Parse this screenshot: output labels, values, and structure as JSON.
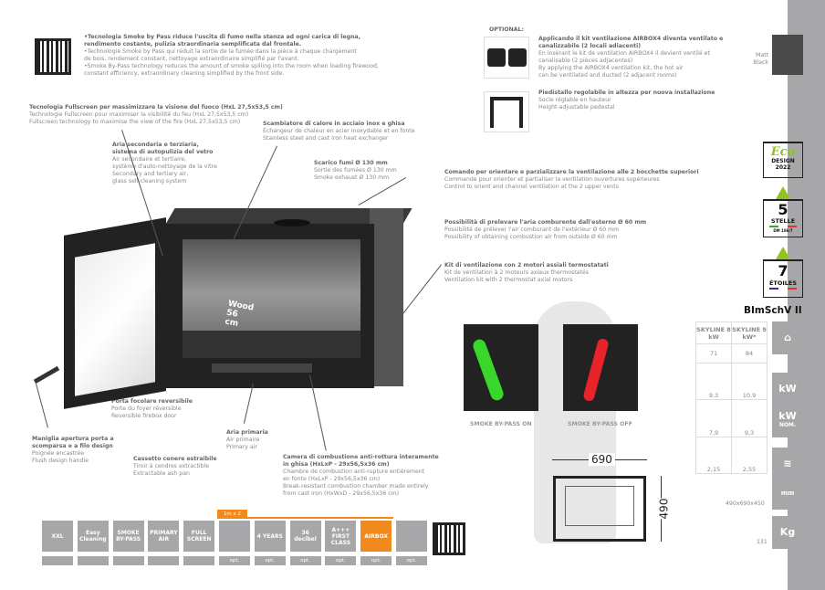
{
  "intro": {
    "it": "•Tecnologia Smoke by Pass riduce l'uscita di fumo nella stanza ad ogni carica di legna,",
    "it2": "rendimento costante, pulizia straordinaria semplificata dal frontale.",
    "fr": "•Technologie Smoke by Pass qui réduit la sortie de la fumée dans la pièce à chaque chargement",
    "fr2": "de bois, rendement constant, nettoyage extraordinaire simplifié par l'avant.",
    "en": "•Smoke By-Pass technology reduces the amount of smoke spilling into the room when loading firewood,",
    "en2": "constant efficiency, extraordinary cleaning simplified by the front side."
  },
  "optional": {
    "title": "OPTIONAL:",
    "items": [
      {
        "it": "Applicando il kit ventilazione AIRBOX4 diventa ventilato e",
        "it2": "canalizzabile (2 locali adiacenti)",
        "fr": "En insérant le kit de ventilation AIRBOX4  il devient ventilé et",
        "fr2": "canalisable (2 pièces adjacentes)",
        "en": "By applying the AIRBOX4 ventilation kit, the hot air",
        "en2": "can be ventilated and ducted (2 adjacent rooms)"
      },
      {
        "it": "Piedistallo regolabile in altezza per nuova installazione",
        "fr": "Socle réglable en hauteur",
        "en": "Height-adjustable pedestal"
      }
    ]
  },
  "finish": {
    "label1": "Matt",
    "label2": "Black",
    "color": "#4a4a4a"
  },
  "callouts": {
    "fullscreen": {
      "it": "Tecnologia Fullscreen per massimizzare la visione del fuoco (HxL 27,5x53,5 cm)",
      "fr": "Technologie Fullscreen pour maximiser la visibilité du feu (HxL 27,5x53,5 cm)",
      "en": "Fullscreen technology to maximise the view of the fire (HxL 27,5x53,5 cm)"
    },
    "air2": {
      "it": "Aria secondaria e terziaria,",
      "it2": "sistema di autopulizia del vetro",
      "fr": "Air secondaire et tertiaire,",
      "fr2": "système d'auto-nettoyage de la vitre",
      "en": "Secondary and tertiary air,",
      "en2": "glass self-cleaning system"
    },
    "exchanger": {
      "it": "Scambiatore di calore in acciaio inox e ghisa",
      "fr": "Échangeur de chaleur en acier inoxydable et en fonte",
      "en": "Stainless steel and cast iron heat exchanger"
    },
    "exhaust": {
      "it": "Scarico fumi Ø 130 mm",
      "fr": "Sortie des fumées Ø 130 mm",
      "en": "Smoke exhaust Ø 130 mm"
    },
    "control": {
      "it": "Comando per orientare e parzializzare la ventilazione alle 2 bocchette superiori",
      "fr": "Commande pour orienter et partialiser la ventilation ouvertures supérieures",
      "en": "Control to orient and channel ventilation at the 2 upper vents"
    },
    "outside": {
      "it": "Possibilità di prelevare l'aria comburente dall'esterno Ø 60 mm",
      "fr": "Possibilité de prélever l'air comburant de l'extérieur Ø 60 mm",
      "en": "Possibility of obtaining combustion air from outside Ø 60 mm"
    },
    "kit": {
      "it": "Kit di ventilazione con 2 motori assiali termostatati",
      "fr": "Kit de ventilation à 2 moteurs axiaux thermostatés",
      "en": "Ventilation kit with 2 thermostat axial motors"
    },
    "door": {
      "it": "Porta focolare reversibile",
      "fr": "Porte du foyer réversible",
      "en": "Reversible firebox door"
    },
    "handle": {
      "it": "Maniglia apertura porta a",
      "it2": "scomparsa e a filo design",
      "fr": "Poignée encastrée",
      "en": "Flush design handle"
    },
    "ash": {
      "it": "Cassetto cenere estraibile",
      "fr": "Tiroir à cendres extractible",
      "en": "Extractable ash pan"
    },
    "primary": {
      "it": "Aria primaria",
      "fr": "Air primaire",
      "en": "Primary air"
    },
    "chamber": {
      "it": "Camera di combustione anti-rottura interamente",
      "it2": "in ghisa (HxLxP - 29x56,5x36 cm)",
      "fr": "Chambre de combustion anti-rupture entièrement",
      "fr2": "en fonte (HxLxP - 29x56,5x36 cm)",
      "en": "Break-resistant combustion chamber made entirely",
      "en2": "from cast iron (HxWxD - 29x56,5x36 cm)"
    }
  },
  "wood_label": "Wood 56 cm",
  "bypass": {
    "on": "SMOKE BY-PASS ON",
    "off": "SMOKE BY-PASS OFF",
    "on_color": "#39d62b",
    "off_color": "#e8232a"
  },
  "dimensions": {
    "width": "690",
    "height": "490"
  },
  "badges": {
    "eco": "Eco",
    "eco_design": "DESIGN",
    "eco_year": "2022",
    "stelle_num": "5",
    "stelle": "STELLE",
    "stelle_sub": "DM 186/7",
    "etoiles_num": "7",
    "etoiles": "ÉTOILES",
    "blmschv": "BImSchV II"
  },
  "table": {
    "headers": [
      "SKYLINE 8 kW",
      "SKYLINE 9 kW*"
    ],
    "rows": [
      [
        "71",
        "84"
      ],
      [
        "9,3",
        "10,9"
      ],
      [
        "7,9",
        "9,3"
      ],
      [
        "2,15",
        "2,55"
      ]
    ],
    "size": "490x690x450",
    "weight": "131"
  },
  "side_icons": [
    "house-volume-icon",
    "kw-flame-icon",
    "kw-nominal-icon",
    "wood-logs-icon",
    "dimensions-icon",
    "weight-icon"
  ],
  "side_labels": {
    "kw_nom": "kW",
    "nom": "NOM.",
    "kg": "Kg",
    "mm": "mm"
  },
  "features": {
    "bracket": "1m x 2",
    "items": [
      {
        "label": "XXL",
        "opt": ""
      },
      {
        "label": "Easy Cleaning",
        "opt": ""
      },
      {
        "label": "SMOKE BY-PASS",
        "opt": ""
      },
      {
        "label": "PRIMARY AIR",
        "opt": ""
      },
      {
        "label": "FULL SCREEN",
        "opt": ""
      },
      {
        "label": "",
        "opt": "opt."
      },
      {
        "label": "4 YEARS",
        "opt": "opt."
      },
      {
        "label": "36 decibel",
        "opt": "opt."
      },
      {
        "label": "A+++ FIRST CLASS",
        "opt": "opt."
      },
      {
        "label": "AIRBOX",
        "opt": "opt."
      },
      {
        "label": "",
        "opt": "opt."
      }
    ],
    "accent": "#f08a1c"
  }
}
